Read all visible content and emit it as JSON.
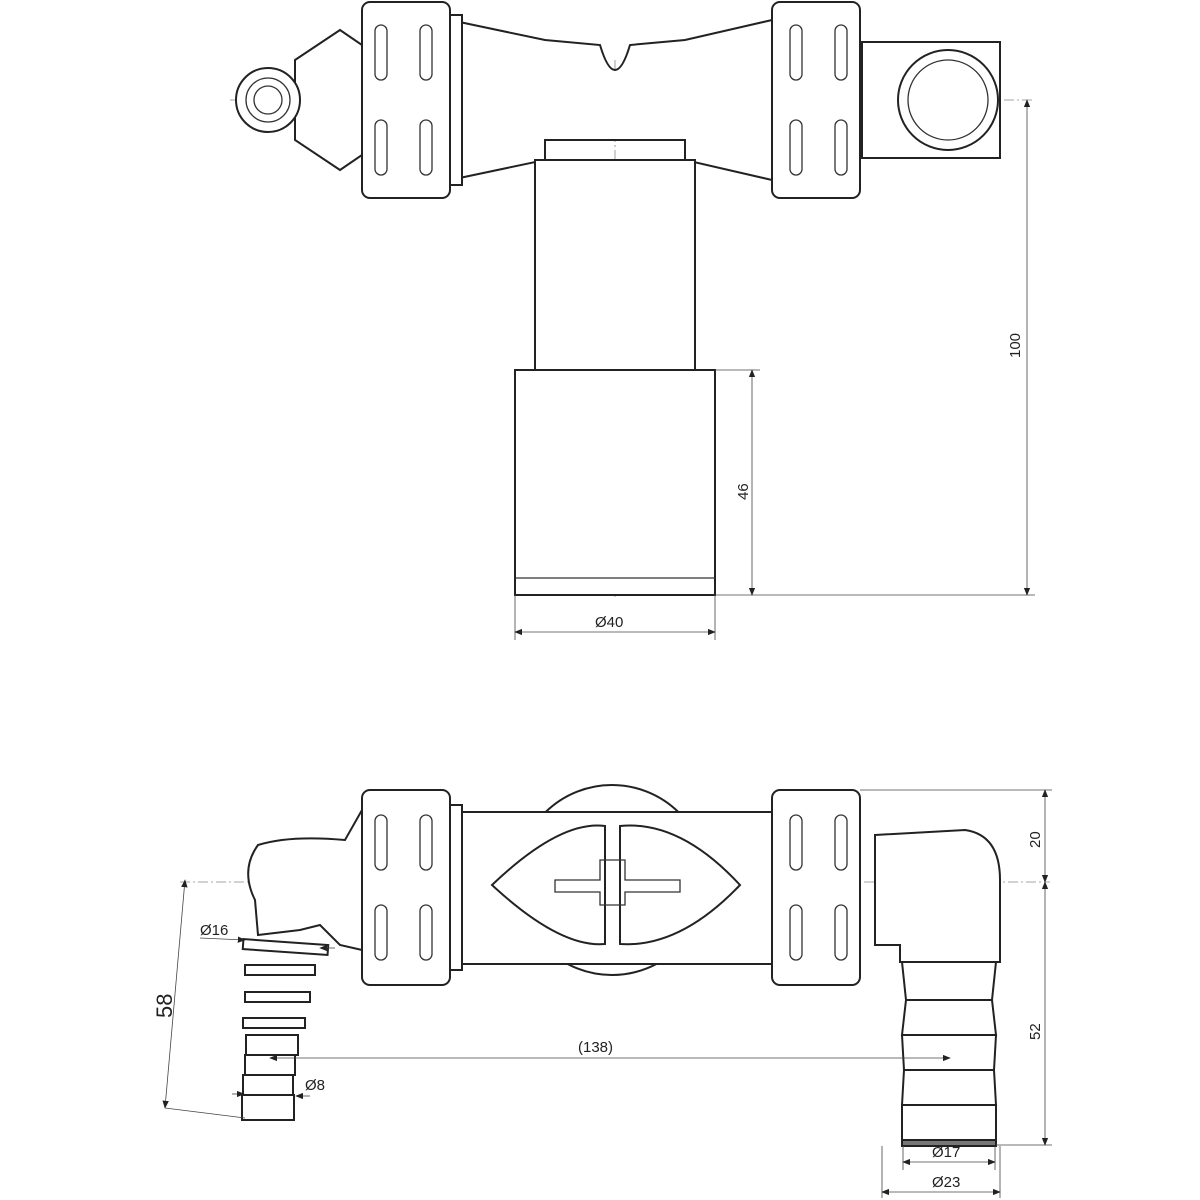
{
  "top_view": {
    "dims": {
      "height_total": "100",
      "socket_height": "46",
      "socket_diameter": "Ø40"
    }
  },
  "bottom_view": {
    "dims": {
      "nut_offset": "20",
      "outlet_height": "52",
      "inlet_length": "58",
      "inlet_diameter_large": "Ø16",
      "inlet_diameter_small": "Ø8",
      "center_distance": "(138)",
      "outlet_diameter_small": "Ø17",
      "outlet_diameter_large": "Ø23"
    }
  },
  "colors": {
    "line": "#222222",
    "dim": "#444444",
    "center": "#888888"
  }
}
